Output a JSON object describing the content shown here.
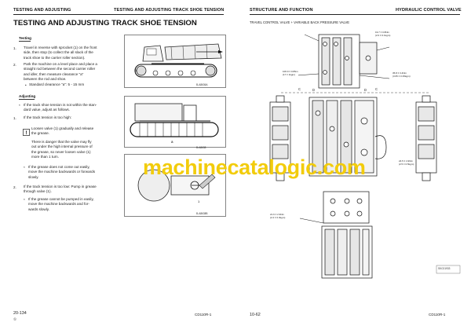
{
  "left_page": {
    "header_left": "TESTING AND ADJUSTING",
    "header_right": "TESTING AND ADJUSTING TRACK SHOE TENSION",
    "title": "TESTING AND ADJUSTING TRACK SHOE TENSION",
    "testing": {
      "heading": "Testing",
      "step1_number": "1.",
      "step1_lines": [
        "Travel in reverse with sprocket (1) on the front",
        "side, then stop (to collect the all slack of the",
        "track shoe to the carrier roller section)."
      ],
      "step2_number": "2.",
      "step2_lines": [
        "Park the machine on a level place and place a",
        "straight rod between the second carrier roller",
        "and idler, then measure clearance \"a\"",
        "between the rod and shoe."
      ],
      "step2_bullet": "Standard clearance \"a\": 5 - 15 mm"
    },
    "adjusting": {
      "heading": "Adjusting",
      "intro_lines": [
        "If the track shoe tension is not within the stan-",
        "dard value, adjust as follows."
      ],
      "step1_number": "1.",
      "step1_text": "If the track tension is too high:",
      "loosen_lines": [
        "Loosen valve (1) gradually and release",
        "the grease."
      ],
      "warning_lines": [
        "There is danger that the valve may fly",
        "out under the high internal pressure of",
        "the grease, so never loosen valve (1)",
        "more than 1 turn."
      ],
      "bullet_lines": [
        "If the grease does not come out easily,",
        "move the machine backwards or forwards",
        "slowly."
      ],
      "step2_number": "2.",
      "step2_lines": [
        "If the track tension is too low: Pump in grease",
        "through valve (1)."
      ],
      "bullet2_lines": [
        "If the grease cannot be pumped in easily,",
        "move the machine backwards and for-",
        "wards slowly."
      ]
    },
    "figure_codes": [
      "B-A8636A",
      "B-A8638",
      "B-A8638B"
    ],
    "footer_page": "20-134",
    "footer_mark": "①",
    "footer_model": "CD110R-1"
  },
  "right_page": {
    "header_left": "STRUCTURE AND FUNCTION",
    "header_right": "HYDRAULIC CONTROL VALVE",
    "subtitle": "TRAVEL CONTROL VALVE + VARIABLE BACK PRESSURE VALVE",
    "callouts": [
      "19.7 ± 0.8Nm\n(2.0 ± 0.1kgm)",
      "106.9 ± 0.8Nm\n(17 ± 1kgm)",
      "35.8 ± 3.4Nm\n(3.65 ± 0.35kgm)",
      "24.5 ± 4.9Nm\n(2.5 ± 0.5kgm)",
      "21.6 ± 2.9Nm\n(2.2 ± 0.3kgm)"
    ],
    "section_letters": [
      "C",
      "C",
      "D",
      "D"
    ],
    "figure_code": "SKC01933",
    "footer_page": "10-62",
    "footer_model": "CD110R-1"
  },
  "watermark": "machinecatalogic.com"
}
